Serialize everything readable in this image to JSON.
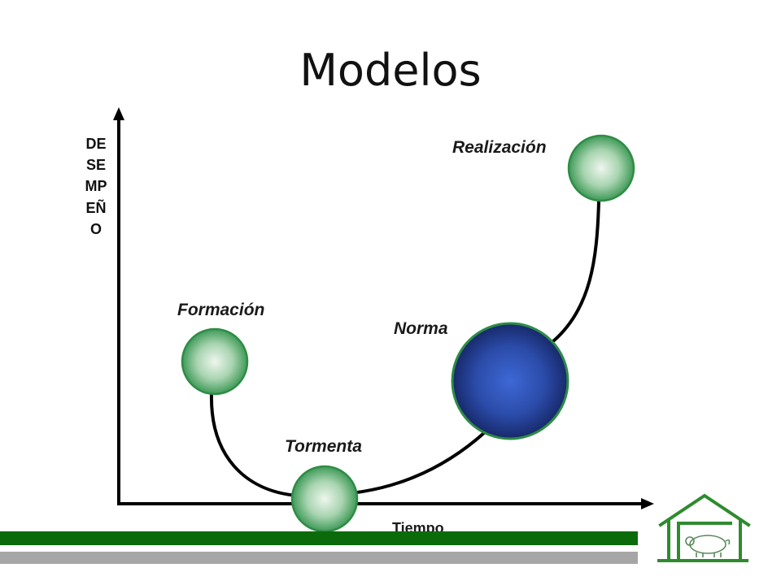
{
  "slide": {
    "title": "Modelos"
  },
  "axes": {
    "y_label": "DESEMPEÑO",
    "x_label": "Tiempo"
  },
  "stages": [
    {
      "label": "Formación"
    },
    {
      "label": "Tormenta"
    },
    {
      "label": "Norma"
    },
    {
      "label": "Realización"
    }
  ],
  "colors": {
    "stage_green": "#4aa865",
    "stage_green_light": "#e8f3e8",
    "stage_blue": "#3a62c8",
    "stage_blue_dark": "#1a2f78",
    "curve": "#000000",
    "band_green": "#0b6b0b",
    "band_gray": "#a6a6a6",
    "logo": "#2e8b2e"
  },
  "icons": {
    "logo": "house-with-pig-icon"
  }
}
